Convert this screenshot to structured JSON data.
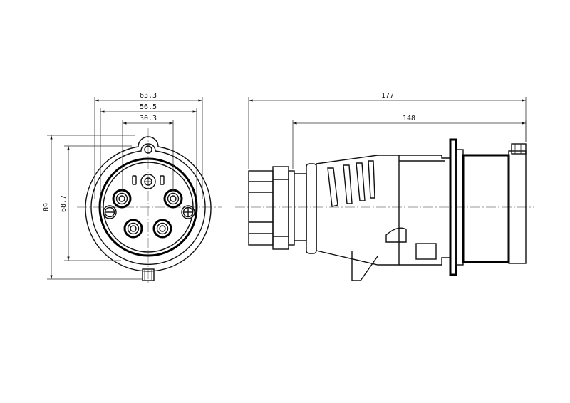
{
  "front_view": {
    "dim_outer_width": "63.3",
    "dim_mid_width": "56.5",
    "dim_inner_width": "30.3",
    "dim_outer_height": "89",
    "dim_inner_height": "68.7"
  },
  "side_view": {
    "dim_total_length": "177",
    "dim_body_length": "148"
  }
}
